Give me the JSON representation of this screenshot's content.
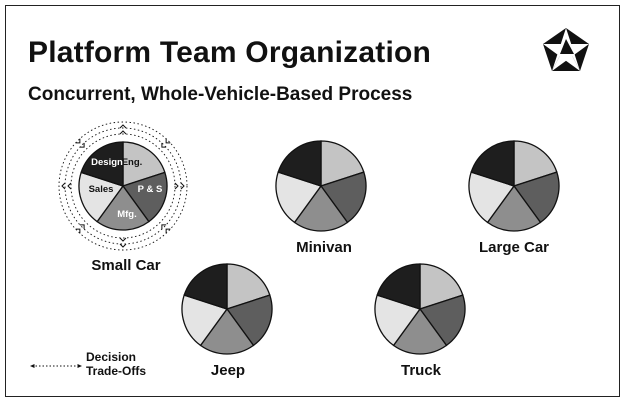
{
  "title": "Platform Team Organization",
  "subtitle": "Concurrent, Whole-Vehicle-Based Process",
  "logo_icon": "pentastar-logo",
  "segments": [
    "Eng.",
    "P & S",
    "Mfg.",
    "Sales",
    "Design"
  ],
  "segment_colors": [
    "#c4c4c4",
    "#5e5e5e",
    "#8e8e8e",
    "#e4e4e4",
    "#1e1e1e"
  ],
  "platforms": [
    "Small Car",
    "Minivan",
    "Large Car",
    "Jeep",
    "Truck"
  ],
  "legend": {
    "icon": "double-arrow-dotted-icon",
    "line1": "Decision",
    "line2": "Trade-Offs"
  }
}
